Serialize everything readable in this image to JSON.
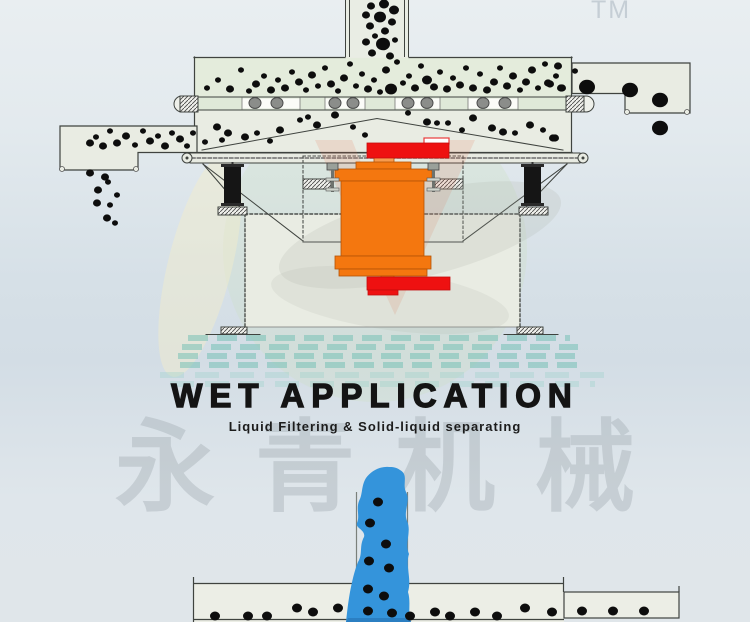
{
  "page": {
    "trademark": "TM",
    "title": "WET APPLICATION",
    "subtitle": "Liquid Filtering & Solid-liquid separating",
    "watermark_text": "永青机械"
  },
  "colors": {
    "background_top": "#e9eef1",
    "background_mid": "#d4dee6",
    "machine_fill": "#e9ece3",
    "deck_fill": "#e4ecdc",
    "line": "#3f433f",
    "motor_orange": "#f4770f",
    "weight_red": "#ee1111",
    "liquid_blue": "#3494db",
    "particle_black": "#0d0d0d",
    "mesh_ball_gray": "#8b8d8a",
    "spring_black": "#151515",
    "watermark_teal": "#7dc3b9",
    "trademark_gray": "#c5ced5"
  },
  "diagram_top": {
    "name": "vibrating-separator-cross-section",
    "parts": [
      "feed-tube",
      "screen-deck",
      "mesh-band",
      "oversize-chute-right",
      "undersize-chute-left",
      "vibration-motor",
      "eccentric-weights",
      "support-springs",
      "base-cylinder"
    ]
  },
  "diagram_bottom": {
    "name": "wet-application-liquid-flow-section",
    "parts": [
      "liquid-stream",
      "feed-tube",
      "screen-deck"
    ]
  },
  "particles": {
    "feed_tube": [
      [
        371,
        6,
        4
      ],
      [
        384,
        4,
        5
      ],
      [
        394,
        10,
        5
      ],
      [
        366,
        15,
        4
      ],
      [
        380,
        17,
        6
      ],
      [
        392,
        22,
        4
      ],
      [
        370,
        26,
        4
      ],
      [
        385,
        31,
        4
      ],
      [
        375,
        36,
        3
      ],
      [
        366,
        42,
        4
      ],
      [
        383,
        44,
        7
      ],
      [
        395,
        40,
        3
      ],
      [
        372,
        53,
        4
      ],
      [
        390,
        56,
        4
      ]
    ],
    "deck": [
      [
        207,
        88,
        3
      ],
      [
        218,
        80,
        3
      ],
      [
        230,
        89,
        4
      ],
      [
        241,
        70,
        3
      ],
      [
        249,
        91,
        3
      ],
      [
        256,
        84,
        4
      ],
      [
        264,
        76,
        3
      ],
      [
        271,
        90,
        4
      ],
      [
        278,
        80,
        3
      ],
      [
        285,
        88,
        4
      ],
      [
        292,
        72,
        3
      ],
      [
        299,
        82,
        4
      ],
      [
        306,
        90,
        3
      ],
      [
        312,
        75,
        4
      ],
      [
        318,
        86,
        3
      ],
      [
        325,
        68,
        3
      ],
      [
        331,
        84,
        4
      ],
      [
        338,
        91,
        3
      ],
      [
        344,
        78,
        4
      ],
      [
        350,
        64,
        3
      ],
      [
        356,
        86,
        3
      ],
      [
        362,
        74,
        3
      ],
      [
        368,
        89,
        4
      ],
      [
        374,
        80,
        3
      ],
      [
        380,
        92,
        3
      ],
      [
        386,
        70,
        4
      ],
      [
        391,
        89,
        6
      ],
      [
        397,
        62,
        3
      ],
      [
        403,
        83,
        3
      ],
      [
        409,
        76,
        3
      ],
      [
        415,
        88,
        4
      ],
      [
        421,
        66,
        3
      ],
      [
        427,
        80,
        5
      ],
      [
        434,
        87,
        4
      ],
      [
        440,
        72,
        3
      ],
      [
        447,
        89,
        4
      ],
      [
        453,
        78,
        3
      ],
      [
        460,
        85,
        4
      ],
      [
        466,
        68,
        3
      ],
      [
        473,
        88,
        4
      ],
      [
        480,
        74,
        3
      ],
      [
        487,
        90,
        4
      ],
      [
        494,
        82,
        4
      ],
      [
        500,
        68,
        3
      ],
      [
        507,
        86,
        4
      ],
      [
        513,
        76,
        4
      ],
      [
        520,
        90,
        3
      ],
      [
        526,
        82,
        4
      ],
      [
        532,
        70,
        4
      ],
      [
        538,
        88,
        3
      ],
      [
        545,
        64,
        3
      ],
      [
        550,
        84,
        4
      ],
      [
        556,
        76,
        3
      ],
      [
        562,
        88,
        4
      ]
    ],
    "mesh_balls": [
      [
        255,
        103,
        6
      ],
      [
        277,
        103,
        6
      ],
      [
        335,
        103,
        6
      ],
      [
        353,
        103,
        6
      ],
      [
        408,
        103,
        6
      ],
      [
        427,
        103,
        6
      ],
      [
        483,
        103,
        6
      ],
      [
        505,
        103,
        6
      ]
    ],
    "under_mesh": [
      [
        205,
        142,
        3
      ],
      [
        217,
        127,
        4
      ],
      [
        222,
        140,
        3
      ],
      [
        228,
        133,
        4
      ],
      [
        245,
        137,
        4
      ],
      [
        257,
        133,
        3
      ],
      [
        270,
        141,
        3
      ],
      [
        280,
        130,
        4
      ],
      [
        300,
        120,
        3
      ],
      [
        308,
        117,
        3
      ],
      [
        317,
        125,
        4
      ],
      [
        335,
        115,
        4
      ],
      [
        353,
        127,
        3
      ],
      [
        365,
        135,
        3
      ],
      [
        408,
        113,
        3
      ],
      [
        427,
        122,
        4
      ],
      [
        437,
        123,
        3
      ],
      [
        448,
        123,
        3
      ],
      [
        462,
        130,
        3
      ],
      [
        473,
        118,
        4
      ],
      [
        492,
        128,
        4
      ],
      [
        503,
        132,
        4
      ],
      [
        515,
        133,
        3
      ],
      [
        530,
        125,
        4
      ],
      [
        543,
        130,
        3
      ],
      [
        553,
        138,
        4
      ]
    ],
    "left_chute": [
      [
        90,
        143,
        4
      ],
      [
        96,
        137,
        3
      ],
      [
        103,
        146,
        4
      ],
      [
        110,
        131,
        3
      ],
      [
        117,
        143,
        4
      ],
      [
        126,
        136,
        4
      ],
      [
        135,
        145,
        3
      ],
      [
        143,
        131,
        3
      ],
      [
        150,
        141,
        4
      ],
      [
        158,
        136,
        3
      ],
      [
        165,
        146,
        4
      ],
      [
        172,
        133,
        3
      ],
      [
        180,
        139,
        4
      ],
      [
        187,
        146,
        3
      ],
      [
        193,
        133,
        3
      ],
      [
        90,
        173,
        4
      ],
      [
        105,
        177,
        4
      ],
      [
        98,
        190,
        4
      ],
      [
        108,
        182,
        3
      ],
      [
        97,
        203,
        4
      ],
      [
        110,
        205,
        3
      ],
      [
        117,
        195,
        3
      ],
      [
        107,
        218,
        4
      ],
      [
        115,
        223,
        3
      ]
    ],
    "right_chute": [
      [
        548,
        83,
        4
      ],
      [
        558,
        66,
        4
      ],
      [
        561,
        88,
        4
      ],
      [
        575,
        71,
        3
      ],
      [
        587,
        87,
        8
      ],
      [
        630,
        90,
        8
      ],
      [
        660,
        100,
        8
      ],
      [
        660,
        128,
        8
      ],
      [
        555,
        138,
        4
      ]
    ],
    "liquid": [
      [
        378,
        502,
        5
      ],
      [
        370,
        523,
        5
      ],
      [
        386,
        544,
        5
      ],
      [
        369,
        561,
        5
      ],
      [
        389,
        568,
        5
      ],
      [
        368,
        589,
        5
      ],
      [
        384,
        596,
        5
      ],
      [
        368,
        611,
        5
      ],
      [
        392,
        613,
        5
      ]
    ],
    "bottom_deck": [
      [
        215,
        616,
        5
      ],
      [
        248,
        616,
        5
      ],
      [
        267,
        616,
        5
      ],
      [
        297,
        608,
        5
      ],
      [
        313,
        612,
        5
      ],
      [
        338,
        608,
        5
      ],
      [
        410,
        616,
        5
      ],
      [
        435,
        612,
        5
      ],
      [
        450,
        616,
        5
      ],
      [
        475,
        612,
        5
      ],
      [
        497,
        616,
        5
      ],
      [
        525,
        608,
        5
      ],
      [
        552,
        612,
        5
      ]
    ],
    "bottom_right_deck": [
      [
        582,
        611,
        5
      ],
      [
        613,
        611,
        5
      ],
      [
        644,
        611,
        5
      ]
    ]
  }
}
